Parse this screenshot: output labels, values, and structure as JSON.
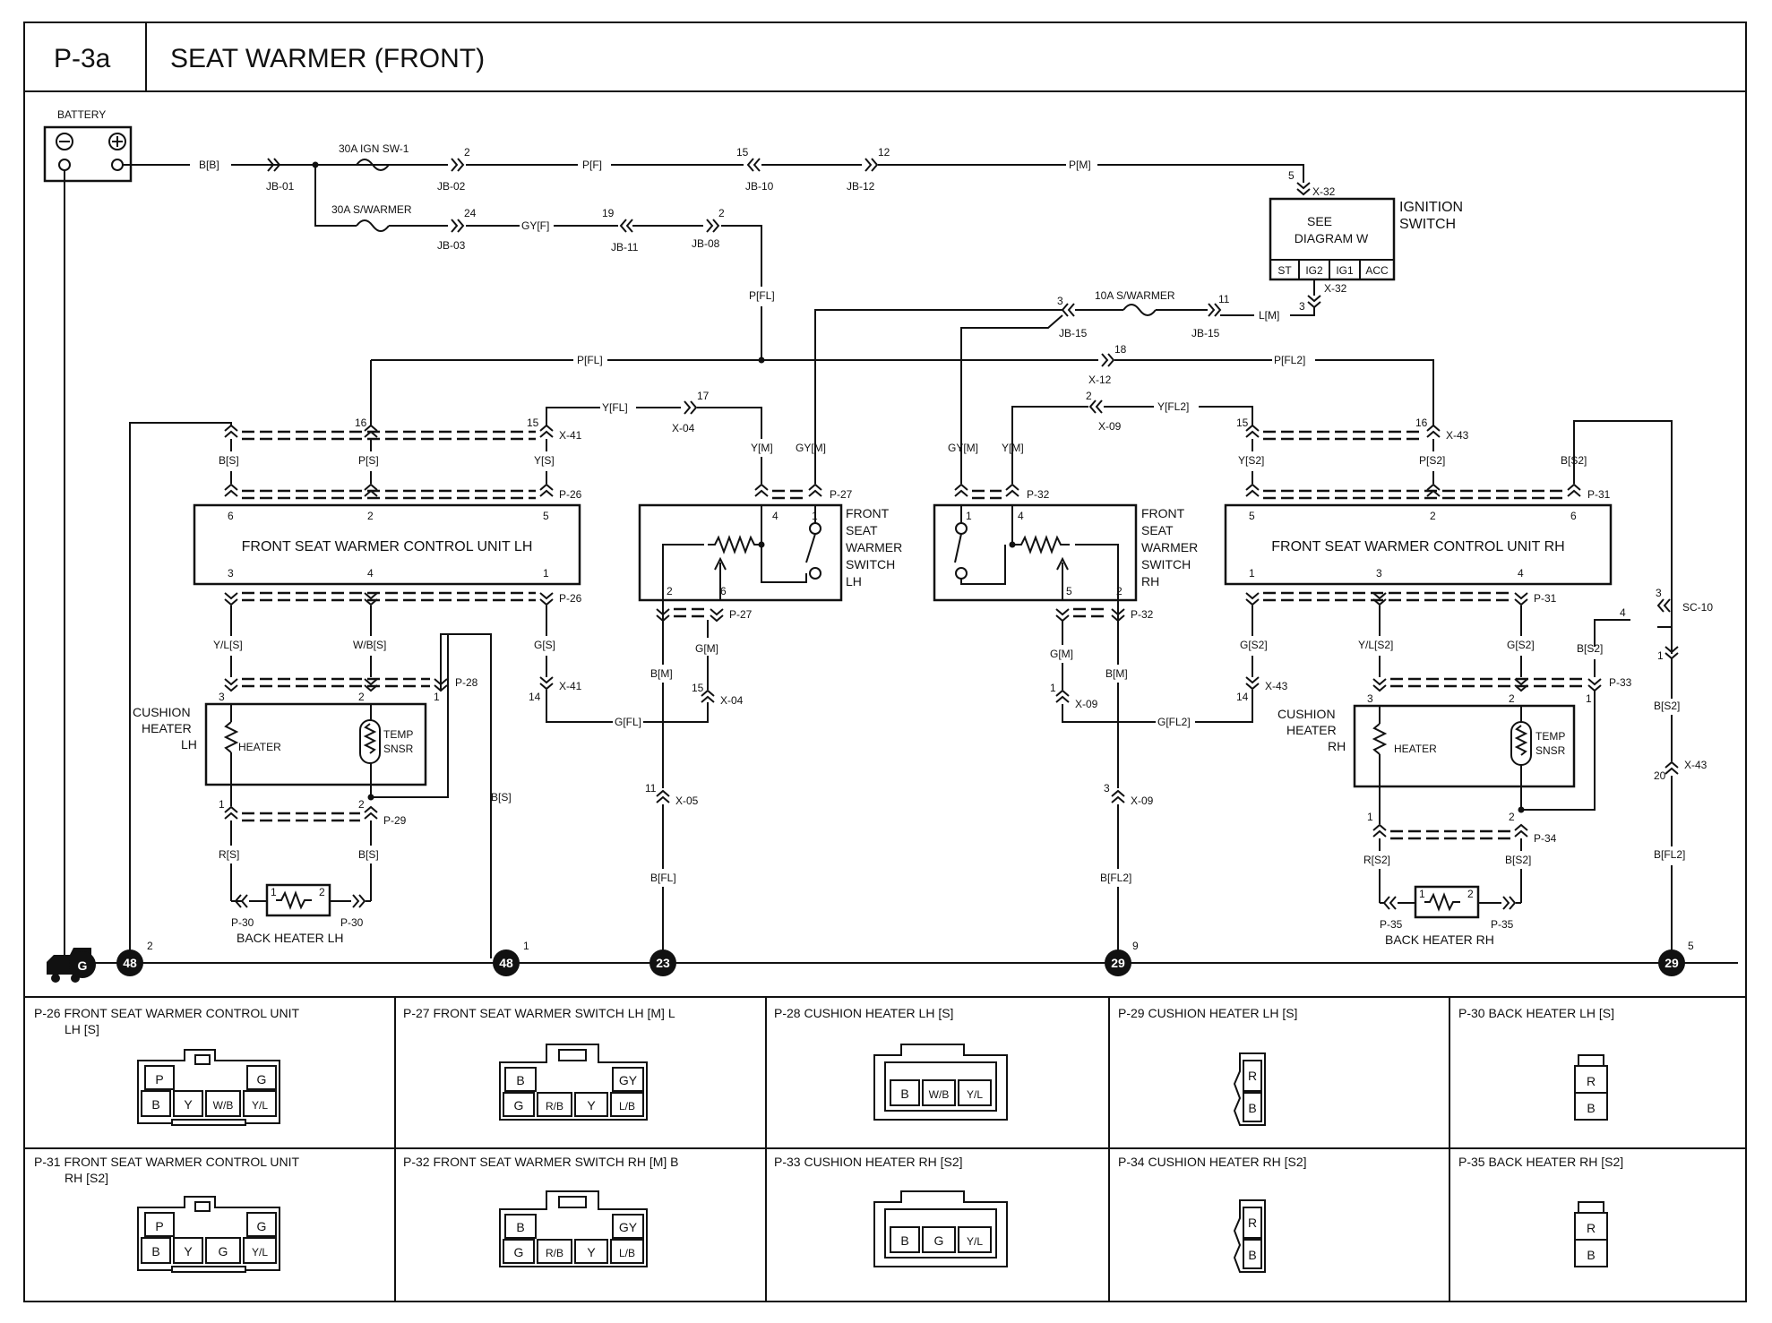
{
  "header": {
    "code": "P-3a",
    "title": "SEAT WARMER (FRONT)"
  },
  "components": {
    "battery": "BATTERY",
    "ignition_switch": [
      "IGNITION",
      "SWITCH"
    ],
    "see_diagram": [
      "SEE",
      "DIAGRAM  W"
    ],
    "ign_terminals": [
      "ST",
      "IG2",
      "IG1",
      "ACC"
    ],
    "fuse_ign": "30A IGN SW-1",
    "fuse_swarmer": "30A S/WARMER",
    "fuse_10a": "10A S/WARMER",
    "ctrl_lh": "FRONT SEAT WARMER CONTROL UNIT LH",
    "ctrl_rh": "FRONT SEAT WARMER CONTROL UNIT RH",
    "switch_lh": [
      "FRONT",
      "SEAT",
      "WARMER",
      "SWITCH",
      "LH"
    ],
    "switch_rh": [
      "FRONT",
      "SEAT",
      "WARMER",
      "SWITCH",
      "RH"
    ],
    "cushion_lh": [
      "CUSHION",
      "HEATER",
      "LH"
    ],
    "cushion_rh": [
      "CUSHION",
      "HEATER",
      "RH"
    ],
    "heater": "HEATER",
    "temp_sensor": [
      "TEMP",
      "SNSR"
    ],
    "back_lh": "BACK HEATER LH",
    "back_rh": "BACK HEATER RH"
  },
  "wires": {
    "bb": "B[B]",
    "pf": "P[F]",
    "pm": "P[M]",
    "gyf": "GY[F]",
    "pfl": "P[FL]",
    "pfl2": "P[FL2]",
    "lm": "L[M]",
    "yfl": "Y[FL]",
    "yfl2": "Y[FL2]",
    "ym": "Y[M]",
    "gym": "GY[M]",
    "bs": "B[S]",
    "ps": "P[S]",
    "ys": "Y[S]",
    "yls": "Y/L[S]",
    "wbs": "W/B[S]",
    "gs": "G[S]",
    "rs": "R[S]",
    "bm": "B[M]",
    "gm": "G[M]",
    "gfl": "G[FL]",
    "bfl": "B[FL]",
    "bs2": "B[S2]",
    "ps2": "P[S2]",
    "ys2": "Y[S2]",
    "yls2": "Y/L[S2]",
    "gs2": "G[S2]",
    "rs2": "R[S2]",
    "gfl2": "G[FL2]",
    "bfl2": "B[FL2]"
  },
  "connectors": {
    "jb01": "JB-01",
    "jb02": "JB-02",
    "jb03": "JB-03",
    "jb10": "JB-10",
    "jb12": "JB-12",
    "jb11": "JB-11",
    "jb08": "JB-08",
    "jb15": "JB-15",
    "x32": "X-32",
    "x12": "X-12",
    "x04": "X-04",
    "x09": "X-09",
    "x41": "X-41",
    "x43": "X-43",
    "x05": "X-05",
    "p26": "P-26",
    "p27": "P-27",
    "p28": "P-28",
    "p29": "P-29",
    "p30": "P-30",
    "p31": "P-31",
    "p32": "P-32",
    "p33": "P-33",
    "p34": "P-34",
    "p35": "P-35",
    "sc10": "SC-10"
  },
  "grounds": {
    "g": "G",
    "g48": "48",
    "g23": "23",
    "g29": "29"
  },
  "table": [
    {
      "title": "P-26 FRONT SEAT WARMER CONTROL UNIT",
      "sub": "LH [S]",
      "top": [
        "P",
        "G"
      ],
      "bottom": [
        "B",
        "Y",
        "W/B",
        "Y/L"
      ]
    },
    {
      "title": "P-27 FRONT SEAT WARMER SWITCH LH [M] L",
      "top": [
        "B",
        "GY"
      ],
      "bottom": [
        "G",
        "R/B",
        "Y",
        "L/B"
      ]
    },
    {
      "title": "P-28 CUSHION HEATER LH [S]",
      "bottom": [
        "B",
        "W/B",
        "Y/L"
      ]
    },
    {
      "title": "P-29 CUSHION HEATER LH [S]",
      "pins": [
        "R",
        "B"
      ]
    },
    {
      "title": "P-30 BACK HEATER LH [S]",
      "pins": [
        "R",
        "B"
      ]
    },
    {
      "title": "P-31 FRONT SEAT WARMER CONTROL UNIT",
      "sub": "RH [S2]",
      "top": [
        "P",
        "G"
      ],
      "bottom": [
        "B",
        "Y",
        "G",
        "Y/L"
      ]
    },
    {
      "title": "P-32 FRONT SEAT WARMER SWITCH RH [M] B",
      "top": [
        "B",
        "GY"
      ],
      "bottom": [
        "G",
        "R/B",
        "Y",
        "L/B"
      ]
    },
    {
      "title": "P-33 CUSHION HEATER RH [S2]",
      "bottom": [
        "B",
        "G",
        "Y/L"
      ]
    },
    {
      "title": "P-34 CUSHION HEATER RH [S2]",
      "pins": [
        "R",
        "B"
      ]
    },
    {
      "title": "P-35 BACK HEATER RH [S2]",
      "pins": [
        "R",
        "B"
      ]
    }
  ]
}
